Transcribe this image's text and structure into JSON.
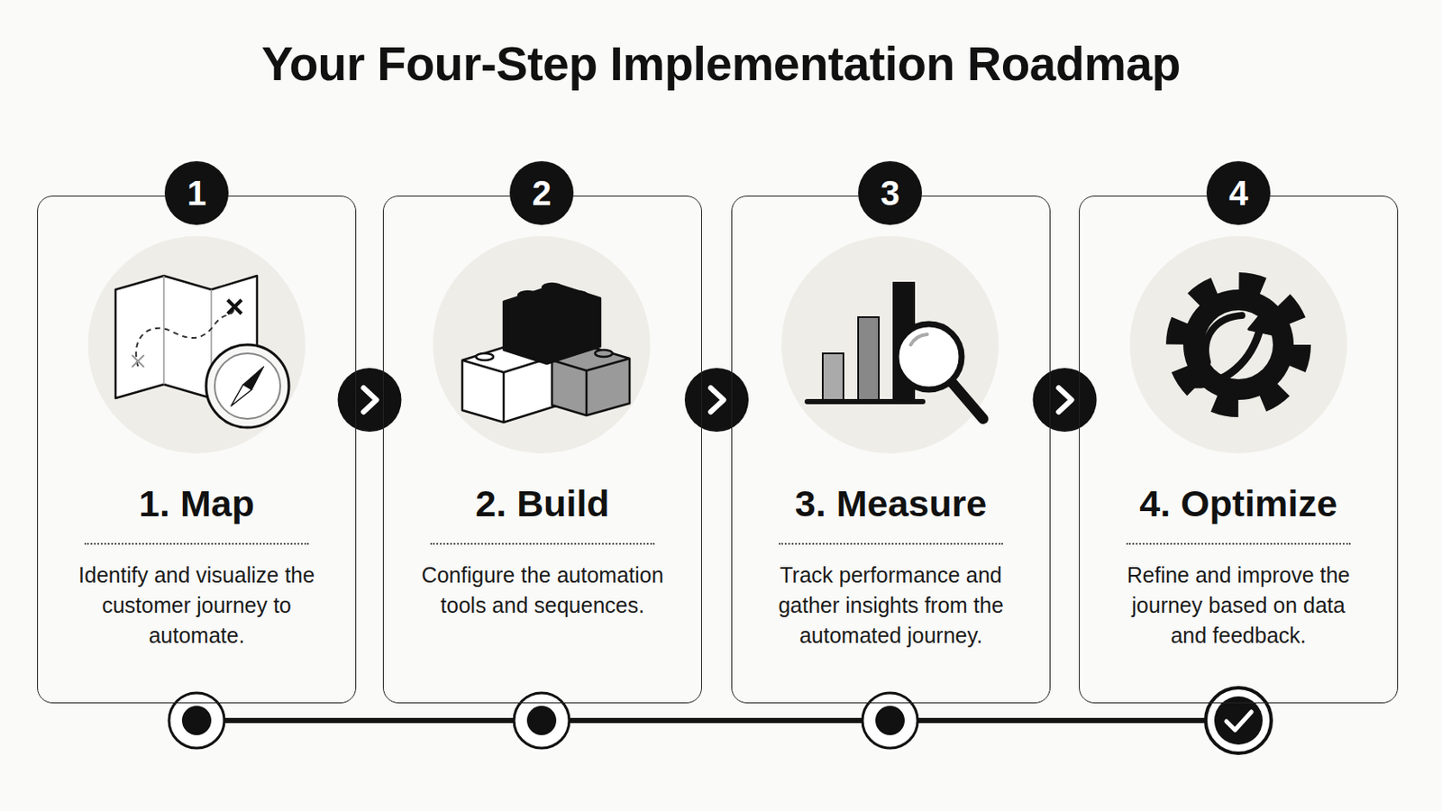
{
  "diagram": {
    "title": "Your Four-Step Implementation Roadmap",
    "nodes": [
      {
        "text": [
          "1"
        ]
      },
      {
        "text": [
          "1. Map",
          "Identify and visualize the customer journey to automate."
        ]
      },
      {
        "text": [
          "2"
        ]
      },
      {
        "text": [
          "2. Build",
          "Configure the automation tools and sequences."
        ]
      },
      {
        "text": [
          "3"
        ]
      },
      {
        "text": [
          "3. Measure",
          "Track performance and gather insights from the automated journey."
        ]
      },
      {
        "text": [
          "4"
        ]
      },
      {
        "text": [
          "4. Optimize",
          "Refine and improve the journey based on data and feedback."
        ]
      }
    ],
    "edges": [
      {
        "from": 1,
        "to": 3,
        "arrow": "to"
      },
      {
        "from": 3,
        "to": 5,
        "arrow": "to"
      },
      {
        "from": 5,
        "to": 7,
        "arrow": "to"
      }
    ]
  }
}
